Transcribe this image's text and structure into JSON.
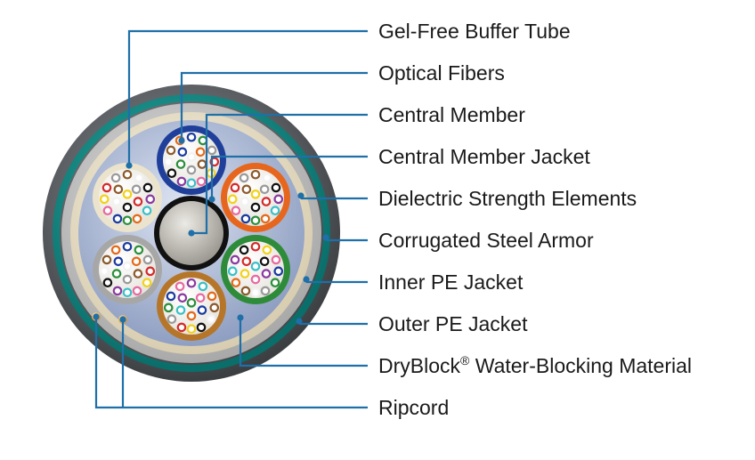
{
  "labels": [
    {
      "id": "gel-free-buffer-tube",
      "text": "Gel-Free Buffer Tube"
    },
    {
      "id": "optical-fibers",
      "text": "Optical Fibers"
    },
    {
      "id": "central-member",
      "text": "Central Member"
    },
    {
      "id": "central-member-jacket",
      "text": "Central Member Jacket"
    },
    {
      "id": "dielectric-strength-elements",
      "text": "Dielectric Strength Elements"
    },
    {
      "id": "corrugated-steel-armor",
      "text": "Corrugated Steel Armor"
    },
    {
      "id": "inner-pe-jacket",
      "text": "Inner PE Jacket"
    },
    {
      "id": "outer-pe-jacket",
      "text": "Outer PE Jacket"
    },
    {
      "id": "dryblock-water-blocking-material",
      "text": "DryBlock",
      "sup": "®",
      "tail": " Water-Blocking Material"
    },
    {
      "id": "ripcord",
      "text": "Ripcord"
    }
  ],
  "colors": {
    "leader": "#1f6fa8",
    "outer_jacket": "#5f6266",
    "armor": "#0e8f8a",
    "inner_jacket": "#c9c9c9",
    "strength": "#f0e6cf",
    "dryblock": "#b9c6df",
    "tubes": [
      "#1f3f9a",
      "#e6661e",
      "#2d8b3a",
      "#b5762a",
      "#a7a7a7",
      "#ece3cc"
    ],
    "fibers": [
      "#1a3aa0",
      "#e36a1a",
      "#2a8f3a",
      "#8b5a2b",
      "#9a9a9a",
      "#f2f2f2",
      "#d42a2a",
      "#111111",
      "#f2d21a",
      "#8a3aa0",
      "#e86aa0",
      "#3ac0c8"
    ]
  }
}
